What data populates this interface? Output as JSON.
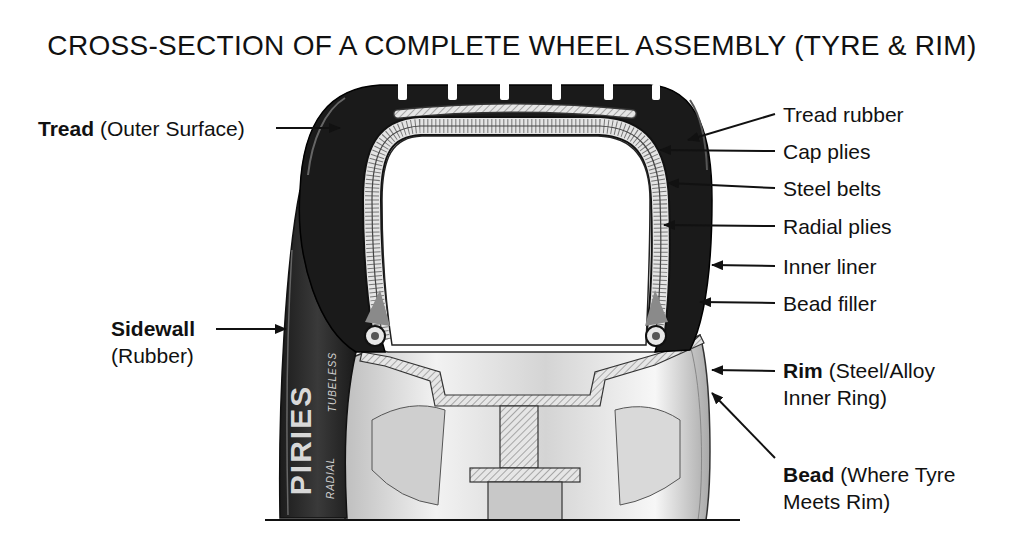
{
  "diagram": {
    "title": "CROSS-SECTION OF A COMPLETE WHEEL ASSEMBLY (TYRE & RIM)",
    "labels": [
      "Tread",
      "(Outer Surface)",
      "Tread rubber",
      "Cap plies",
      "Steel belts",
      "Radial plies",
      "Inner liner",
      "Bead filler",
      "Sidewall",
      "(Rubber)",
      "Rim",
      "(Steel/Alloy Inner Ring)",
      "Bead",
      "(Where Tyre Meets Rim)",
      "PIRIES",
      "RADIAL",
      "TUBELESS"
    ]
  }
}
